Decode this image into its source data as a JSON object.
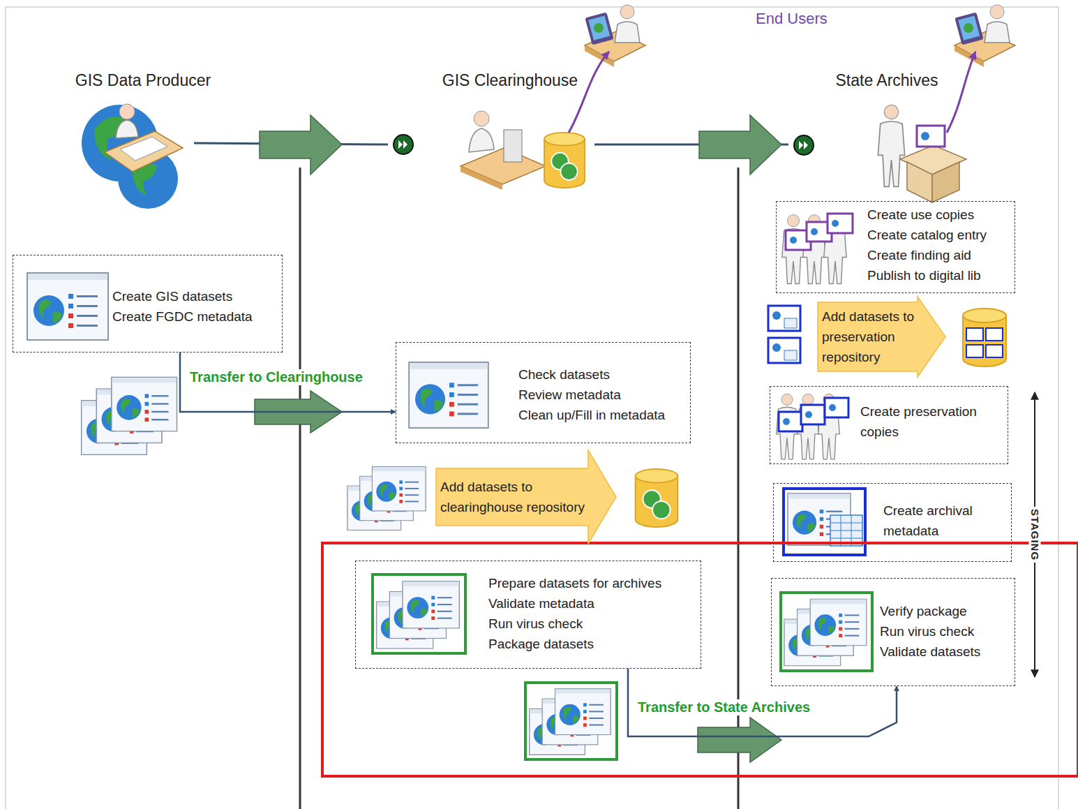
{
  "diagram": {
    "nodes": [
      {
        "text": [
          "Create GIS datasets",
          "Create FGDC metadata"
        ]
      },
      {
        "text": [
          "Check datasets",
          "Review metadata",
          "Clean up/Fill in metadata"
        ]
      },
      {
        "text": [
          "Add datasets to clearinghouse repository"
        ]
      },
      {
        "text": [
          "Prepare datasets for archives",
          "Validate metadata",
          "Run virus check",
          "Package datasets"
        ]
      },
      {
        "text": [
          "Create use copies",
          "Create catalog entry",
          "Create finding aid",
          "Publish to digital lib"
        ]
      },
      {
        "text": [
          "Add datasets to preservation repository"
        ]
      },
      {
        "text": [
          "Create preservation copies"
        ]
      },
      {
        "text": [
          "Create archival metadata"
        ]
      },
      {
        "text": [
          "Verify package",
          "Run virus check",
          "Validate datasets"
        ]
      }
    ],
    "edges": [
      {
        "from": 0,
        "to": 1,
        "arrow": "to",
        "label": "Transfer to Clearinghouse"
      },
      {
        "from": 3,
        "to": 8,
        "arrow": "to",
        "label": "Transfer to State Archives"
      }
    ],
    "labels": [
      "End Users",
      "GIS Data Producer",
      "GIS Clearinghouse",
      "State Archives",
      "STAGING"
    ]
  }
}
